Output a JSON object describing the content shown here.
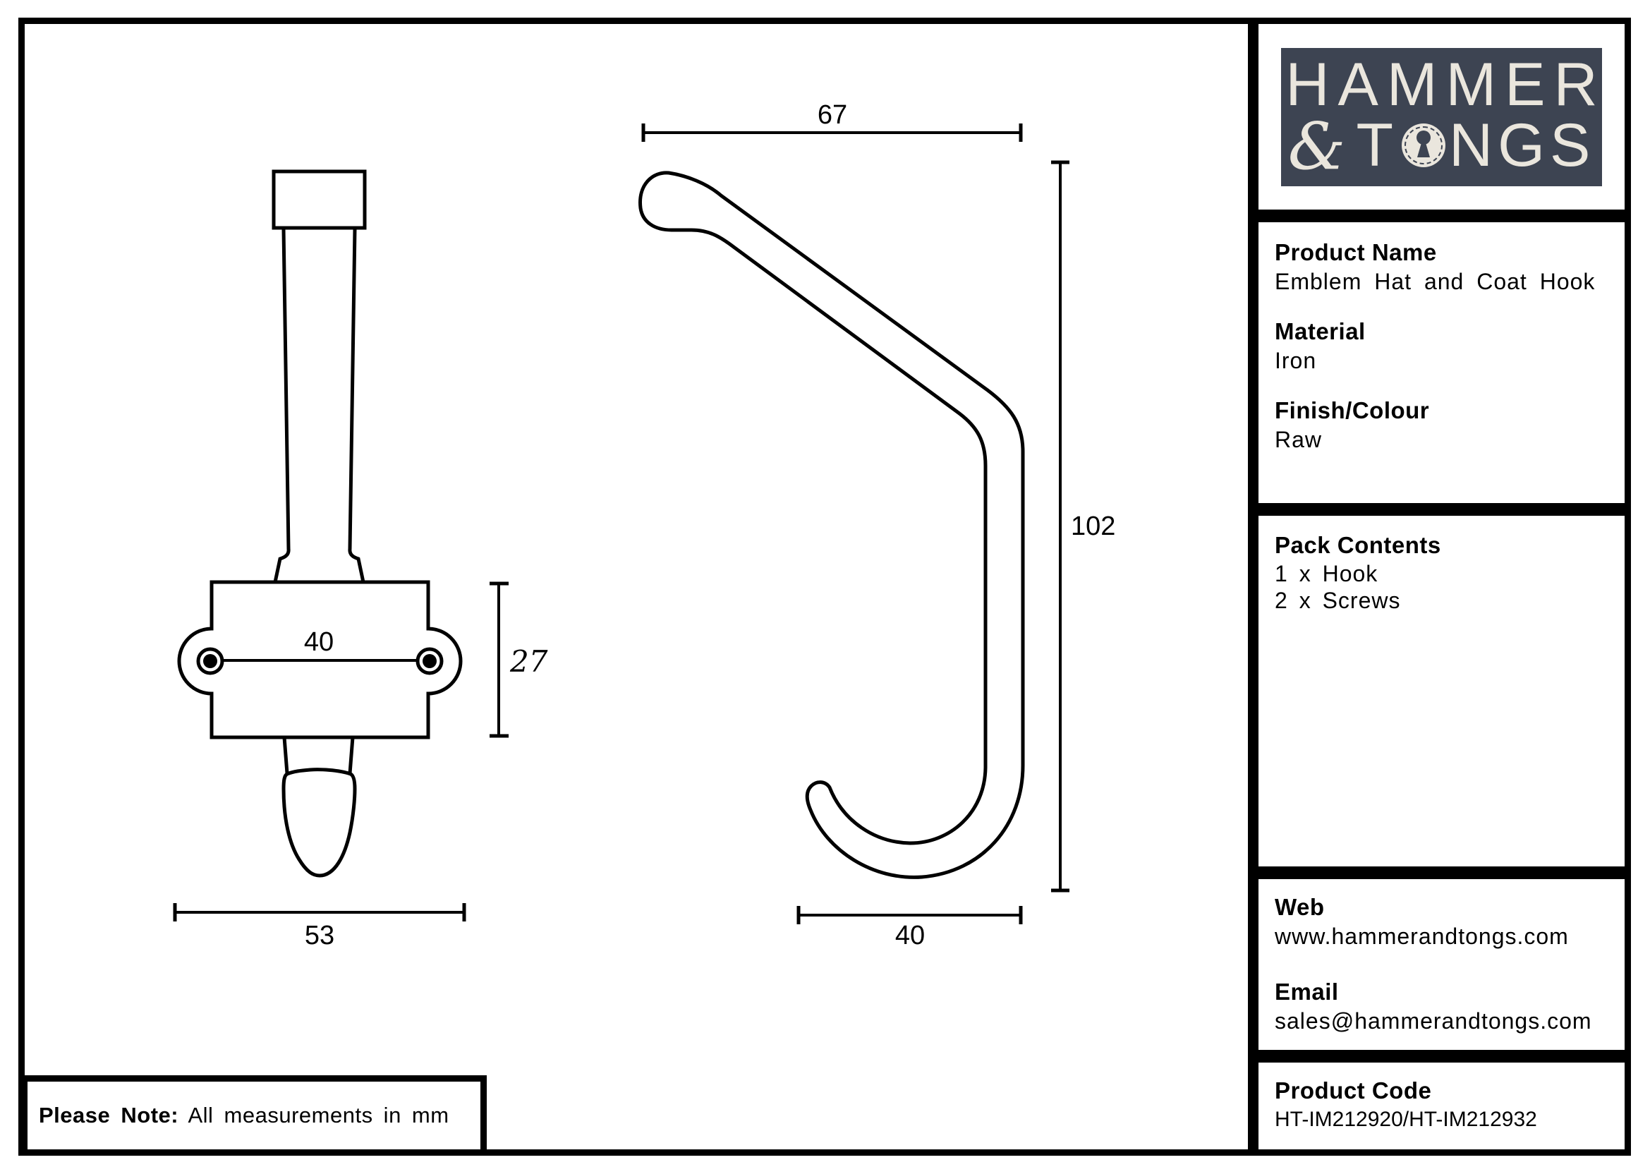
{
  "logo": {
    "line1": "HAMMER",
    "amp": "&",
    "t": "T",
    "ngs": "NGS",
    "keyhole_icon": "keyhole-icon"
  },
  "panel": {
    "product_name_label": "Product Name",
    "product_name": "Emblem Hat and Coat Hook",
    "material_label": "Material",
    "material": "Iron",
    "finish_label": "Finish/Colour",
    "finish": "Raw",
    "pack_label": "Pack Contents",
    "pack_items": [
      "1 x Hook",
      "2 x Screws"
    ],
    "web_label": "Web",
    "web": "www.hammerandtongs.com",
    "email_label": "Email",
    "email": "sales@hammerandtongs.com",
    "code_label": "Product Code",
    "code": "HT-IM212920/HT-IM212932"
  },
  "note": {
    "label": "Please Note:",
    "text": " All measurements in mm"
  },
  "drawings": {
    "front": {
      "dim_between_holes": "40",
      "dim_plate_height": "27",
      "dim_overall_width": "53"
    },
    "side": {
      "dim_top_depth": "67",
      "dim_height": "102",
      "dim_bottom_depth": "40"
    }
  },
  "colors": {
    "ink": "#000000",
    "logo_background": "#3d4452",
    "logo_text": "#EAE6DD"
  }
}
